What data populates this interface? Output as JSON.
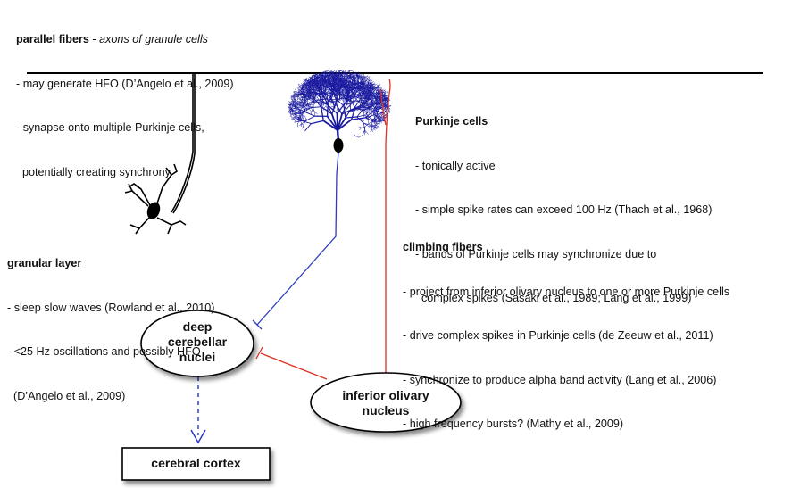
{
  "parallel_fibers": {
    "heading": "parallel fibers",
    "sep": " - ",
    "subtitle": "axons of granule cells",
    "lines": [
      "- may generate HFO (D’Angelo et al., 2009)",
      "- synapse onto multiple Purkinje cells,",
      "  potentially creating synchrony"
    ]
  },
  "purkinje": {
    "heading": "Purkinje cells",
    "lines": [
      "- tonically active",
      "- simple spike rates can exceed 100 Hz (Thach et al., 1968)",
      "- bands of Purkinje cells may synchronize due to",
      "  complex spikes (Sasaki et al., 1989; Lang et al., 1999)"
    ]
  },
  "granular": {
    "heading": "granular layer",
    "lines": [
      "- sleep slow waves (Rowland et al., 2010)",
      "- <25 Hz oscillations and possibly HFO",
      "  (D’Angelo et al., 2009)"
    ]
  },
  "climbing": {
    "heading": "climbing fibers",
    "lines": [
      "- project from inferior olivary nucleus to one or more Purkinje cells",
      "- drive complex spikes in Purkinje cells (de Zeeuw et al., 2011)",
      "- synchronize to produce alpha band activity (Lang et al., 2006)",
      "- high frequency bursts? (Mathy et al., 2009)"
    ]
  },
  "nodes": {
    "dcn": "deep\ncerebellar\nnuclei",
    "ion": "inferior olivary\nnucleus",
    "cortex": "cerebral cortex"
  },
  "colors": {
    "purkinje": "#1a1aa0",
    "purkinje_axon": "#2a3cc0",
    "climbing": "#e0301e",
    "dashed_arrow": "#2630c8",
    "black": "#000000"
  }
}
